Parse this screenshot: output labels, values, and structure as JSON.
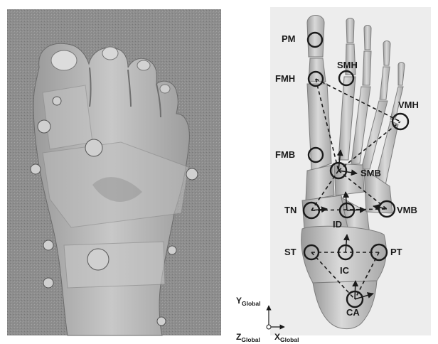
{
  "panels": {
    "left": {
      "kind": "photo-foot-with-markers"
    },
    "right": {
      "kind": "foot-skeleton-with-landmarks"
    }
  },
  "landmarks": [
    {
      "id": "PM",
      "label": "PM"
    },
    {
      "id": "SMH",
      "label": "SMH"
    },
    {
      "id": "FMH",
      "label": "FMH"
    },
    {
      "id": "VMH",
      "label": "VMH"
    },
    {
      "id": "FMB",
      "label": "FMB"
    },
    {
      "id": "SMB",
      "label": "SMB"
    },
    {
      "id": "TN",
      "label": "TN"
    },
    {
      "id": "ID",
      "label": "ID"
    },
    {
      "id": "VMB",
      "label": "VMB"
    },
    {
      "id": "ST",
      "label": "ST"
    },
    {
      "id": "IC",
      "label": "IC"
    },
    {
      "id": "PT",
      "label": "PT"
    },
    {
      "id": "CA",
      "label": "CA"
    }
  ],
  "connections": [
    [
      "FMH",
      "SMB"
    ],
    [
      "FMH",
      "VMH"
    ],
    [
      "SMB",
      "VMH"
    ],
    [
      "SMB",
      "TN"
    ],
    [
      "SMB",
      "VMB"
    ],
    [
      "TN",
      "VMB"
    ],
    [
      "ST",
      "PT"
    ],
    [
      "ST",
      "CA"
    ],
    [
      "PT",
      "CA"
    ]
  ],
  "axes": {
    "y_main": "Y",
    "y_sub": "Global",
    "x_main": "X",
    "x_sub": "Global",
    "z_main": "Z",
    "z_sub": "Global"
  },
  "colors": {
    "marker_stroke": "#1a1a1a",
    "dash": "#1a1a1a",
    "arrow": "#1a1a1a"
  }
}
